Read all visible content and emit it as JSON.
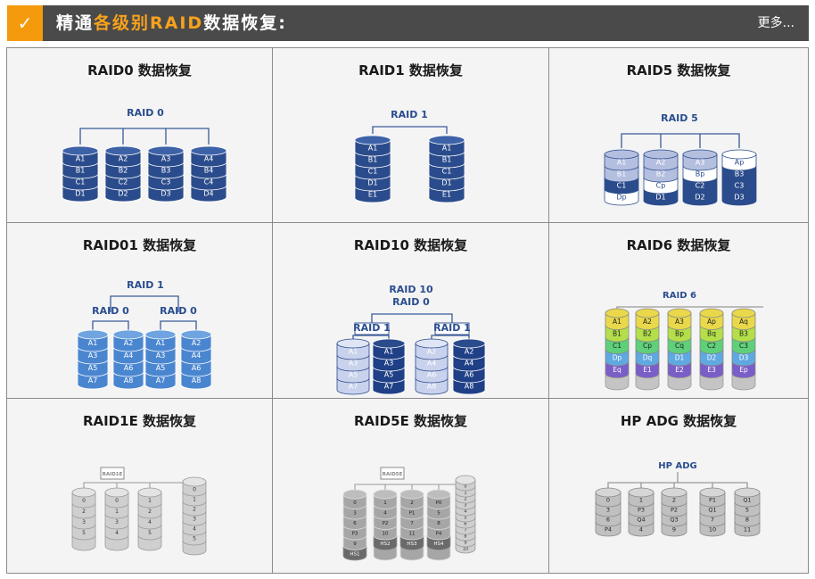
{
  "header": {
    "check_icon": "✓",
    "title_prefix": "精通",
    "title_highlight": "各级别RAID",
    "title_suffix": "数据恢复:",
    "more_label": "更多..."
  },
  "colors": {
    "accent": "#f59a0c",
    "header_bg": "#4a4a4a",
    "raid_blue": "#2b4c8c",
    "raid_label": "#2a4d8f"
  },
  "cells": [
    {
      "title": "RAID0 数据恢复",
      "labels": [
        "RAID 0"
      ],
      "disks": [
        [
          "A1",
          "B1",
          "C1",
          "D1"
        ],
        [
          "A2",
          "B2",
          "C2",
          "D2"
        ],
        [
          "A3",
          "B3",
          "C3",
          "D3"
        ],
        [
          "A4",
          "B4",
          "C4",
          "D4"
        ]
      ]
    },
    {
      "title": "RAID1 数据恢复",
      "labels": [
        "RAID 1"
      ],
      "disks": [
        [
          "A1",
          "B1",
          "C1",
          "D1",
          "E1"
        ],
        [
          "A1",
          "B1",
          "C1",
          "D1",
          "E1"
        ]
      ]
    },
    {
      "title": "RAID5 数据恢复",
      "labels": [
        "RAID 5"
      ],
      "disks": [
        [
          "A1",
          "B1",
          "C1",
          "Dp"
        ],
        [
          "A2",
          "B2",
          "Cp",
          "D1"
        ],
        [
          "A3",
          "Bp",
          "C2",
          "D2"
        ],
        [
          "Ap",
          "B3",
          "C3",
          "D3"
        ]
      ]
    },
    {
      "title": "RAID01 数据恢复",
      "labels": [
        "RAID 1",
        "RAID 0",
        "RAID 0"
      ],
      "disks": [
        [
          "A1",
          "A3",
          "A5",
          "A7"
        ],
        [
          "A2",
          "A4",
          "A6",
          "A8"
        ],
        [
          "A1",
          "A3",
          "A5",
          "A7"
        ],
        [
          "A2",
          "A4",
          "A6",
          "A8"
        ]
      ]
    },
    {
      "title": "RAID10 数据恢复",
      "labels": [
        "RAID 10",
        "RAID 0",
        "RAID 1",
        "RAID 1"
      ],
      "disks": [
        [
          "A1",
          "A3",
          "A5",
          "A7"
        ],
        [
          "A1",
          "A3",
          "A5",
          "A7"
        ],
        [
          "A2",
          "A4",
          "A6",
          "A8"
        ],
        [
          "A2",
          "A4",
          "A6",
          "A8"
        ]
      ]
    },
    {
      "title": "RAID6 数据恢复",
      "labels": [
        "RAID 6"
      ],
      "disks": [
        [
          "A1",
          "B1",
          "C1",
          "Dp",
          "Eq"
        ],
        [
          "A2",
          "B2",
          "Cp",
          "Dq",
          "E1"
        ],
        [
          "A3",
          "Bp",
          "Cq",
          "D1",
          "E2"
        ],
        [
          "Ap",
          "Bq",
          "C2",
          "D2",
          "E3"
        ],
        [
          "Aq",
          "B3",
          "C3",
          "D3",
          "Ep"
        ]
      ]
    },
    {
      "title": "RAID1E 数据恢复",
      "labels": [
        "RAID1E"
      ],
      "disks": [
        [
          "0",
          "2",
          "3",
          "5"
        ],
        [
          "0",
          "1",
          "3",
          "4"
        ],
        [
          "1",
          "2",
          "4",
          "5"
        ],
        [
          "0",
          "1",
          "2",
          "3",
          "4",
          "5"
        ]
      ]
    },
    {
      "title": "RAID5E 数据恢复",
      "labels": [
        "RAID5E"
      ],
      "disks": [
        [
          "0",
          "3",
          "6",
          "P3",
          "9",
          "HS1"
        ],
        [
          "1",
          "4",
          "P2",
          "10",
          "HS2"
        ],
        [
          "2",
          "P1",
          "7",
          "11",
          "HS3"
        ],
        [
          "P0",
          "5",
          "8",
          "P4",
          "HS4"
        ],
        [
          "0",
          "1",
          "2",
          "3",
          "4",
          "5",
          "6",
          "7",
          "8",
          "9",
          "10"
        ]
      ]
    },
    {
      "title": "HP ADG 数据恢复",
      "labels": [
        "HP ADG"
      ],
      "disks": [
        [
          "0",
          "3",
          "6",
          "P4"
        ],
        [
          "1",
          "P3",
          "Q4",
          "4"
        ],
        [
          "2",
          "P2",
          "Q3",
          "9"
        ],
        [
          "P1",
          "Q1",
          "7",
          "10"
        ],
        [
          "Q1",
          "5",
          "8",
          "11"
        ]
      ]
    }
  ]
}
